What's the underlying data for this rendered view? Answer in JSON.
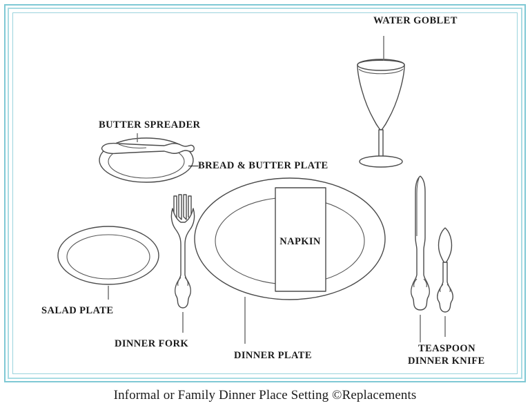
{
  "figure": {
    "caption": "Informal or Family Dinner Place Setting ©Replacements",
    "accent_color": "#7ec8d4",
    "line_color": "#4a4a4a",
    "background_color": "#ffffff"
  },
  "labels": {
    "water_goblet": "WATER GOBLET",
    "butter_spreader": "BUTTER SPREADER",
    "bread_and_butter_plate": "BREAD & BUTTER PLATE",
    "bread_and_butter_dash": "—",
    "napkin": "NAPKIN",
    "salad_plate": "SALAD PLATE",
    "dinner_fork": "DINNER FORK",
    "dinner_plate": "DINNER PLATE",
    "dinner_knife": "DINNER KNIFE",
    "teaspoon": "TEASPOON"
  },
  "chart_data": {
    "type": "diagram",
    "title": "Informal or Family Dinner Place Setting ©Replacements",
    "items": [
      {
        "name": "WATER GOBLET",
        "shape": "stemmed glass",
        "position": "upper right, above the dinner knife"
      },
      {
        "name": "BUTTER SPREADER",
        "shape": "small knife laid horizontally",
        "position": "resting across the top of the bread & butter plate"
      },
      {
        "name": "BREAD & BUTTER PLATE",
        "shape": "small double-rim oval plate",
        "position": "upper left"
      },
      {
        "name": "NAPKIN",
        "shape": "folded vertical rectangle",
        "position": "centered on the dinner plate"
      },
      {
        "name": "SALAD PLATE",
        "shape": "double-rim oval plate",
        "position": "far left"
      },
      {
        "name": "DINNER FORK",
        "shape": "four-tine fork with ornate handle",
        "position": "left of the dinner plate"
      },
      {
        "name": "DINNER PLATE",
        "shape": "large double-rim oval plate",
        "position": "center"
      },
      {
        "name": "DINNER KNIFE",
        "shape": "knife with ornate handle, blade facing plate",
        "position": "right of the dinner plate"
      },
      {
        "name": "TEASPOON",
        "shape": "spoon with oval bowl and ornate handle",
        "position": "far right, outside the dinner knife"
      }
    ]
  }
}
